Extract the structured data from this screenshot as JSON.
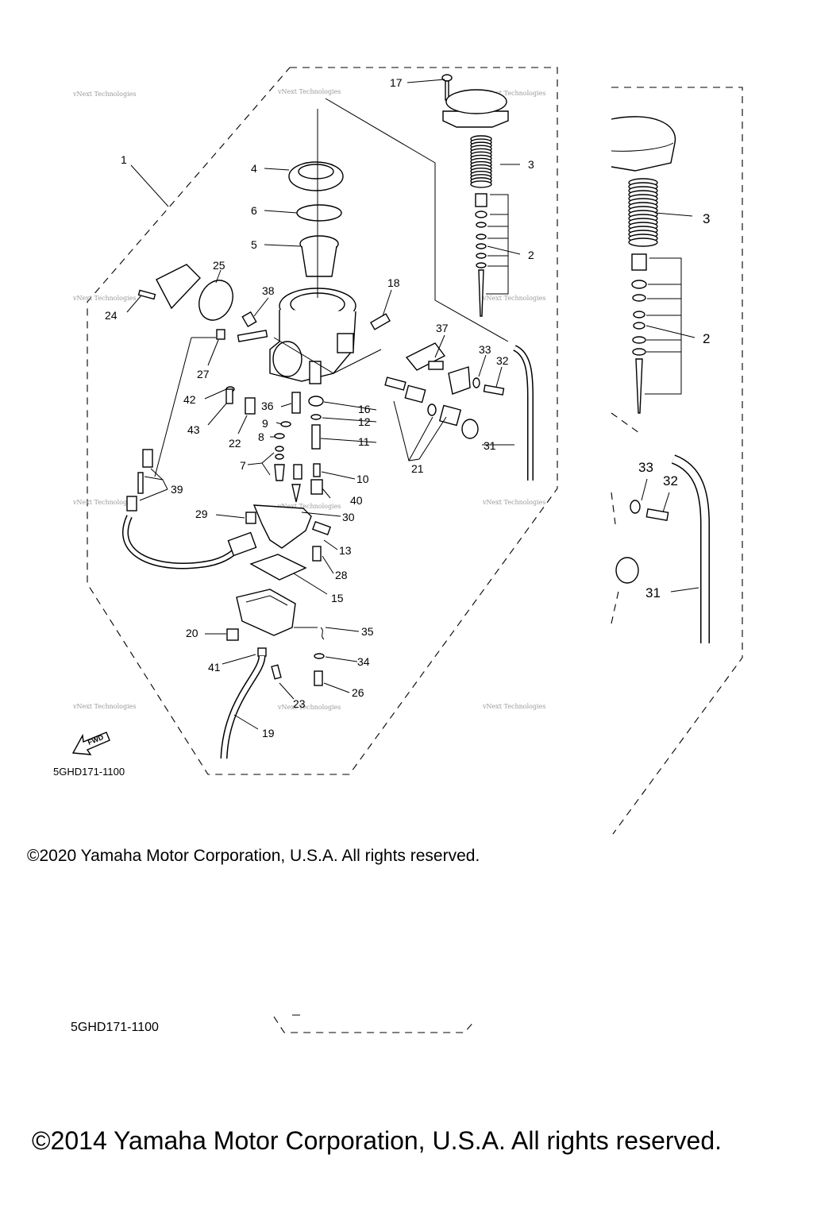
{
  "diagram": {
    "main_callouts": [
      {
        "label": "1"
      },
      {
        "label": "2"
      },
      {
        "label": "3"
      },
      {
        "label": "4"
      },
      {
        "label": "5"
      },
      {
        "label": "6"
      },
      {
        "label": "7"
      },
      {
        "label": "8"
      },
      {
        "label": "9"
      },
      {
        "label": "10"
      },
      {
        "label": "11"
      },
      {
        "label": "12"
      },
      {
        "label": "13"
      },
      {
        "label": "15"
      },
      {
        "label": "16"
      },
      {
        "label": "17"
      },
      {
        "label": "18"
      },
      {
        "label": "19"
      },
      {
        "label": "20"
      },
      {
        "label": "21"
      },
      {
        "label": "22"
      },
      {
        "label": "23"
      },
      {
        "label": "24"
      },
      {
        "label": "25"
      },
      {
        "label": "26"
      },
      {
        "label": "27"
      },
      {
        "label": "28"
      },
      {
        "label": "29"
      },
      {
        "label": "30"
      },
      {
        "label": "31"
      },
      {
        "label": "32"
      },
      {
        "label": "33"
      },
      {
        "label": "34"
      },
      {
        "label": "35"
      },
      {
        "label": "36"
      },
      {
        "label": "37"
      },
      {
        "label": "38"
      },
      {
        "label": "39"
      },
      {
        "label": "40"
      },
      {
        "label": "41"
      },
      {
        "label": "42"
      },
      {
        "label": "43"
      }
    ],
    "detail_callouts": [
      {
        "label": "3"
      },
      {
        "label": "2"
      },
      {
        "label": "33"
      },
      {
        "label": "32"
      },
      {
        "label": "31"
      }
    ],
    "fwd_label": "FWD",
    "watermark": "vNext Technologies",
    "diagram_ref": "5GHD171-1100"
  },
  "footer": {
    "copyright_2020": "©2020 Yamaha Motor Corporation, U.S.A. All rights reserved.",
    "diagram_ref_repeat": "5GHD171-1100",
    "copyright_2014": "©2014 Yamaha Motor Corporation, U.S.A. All rights reserved."
  }
}
